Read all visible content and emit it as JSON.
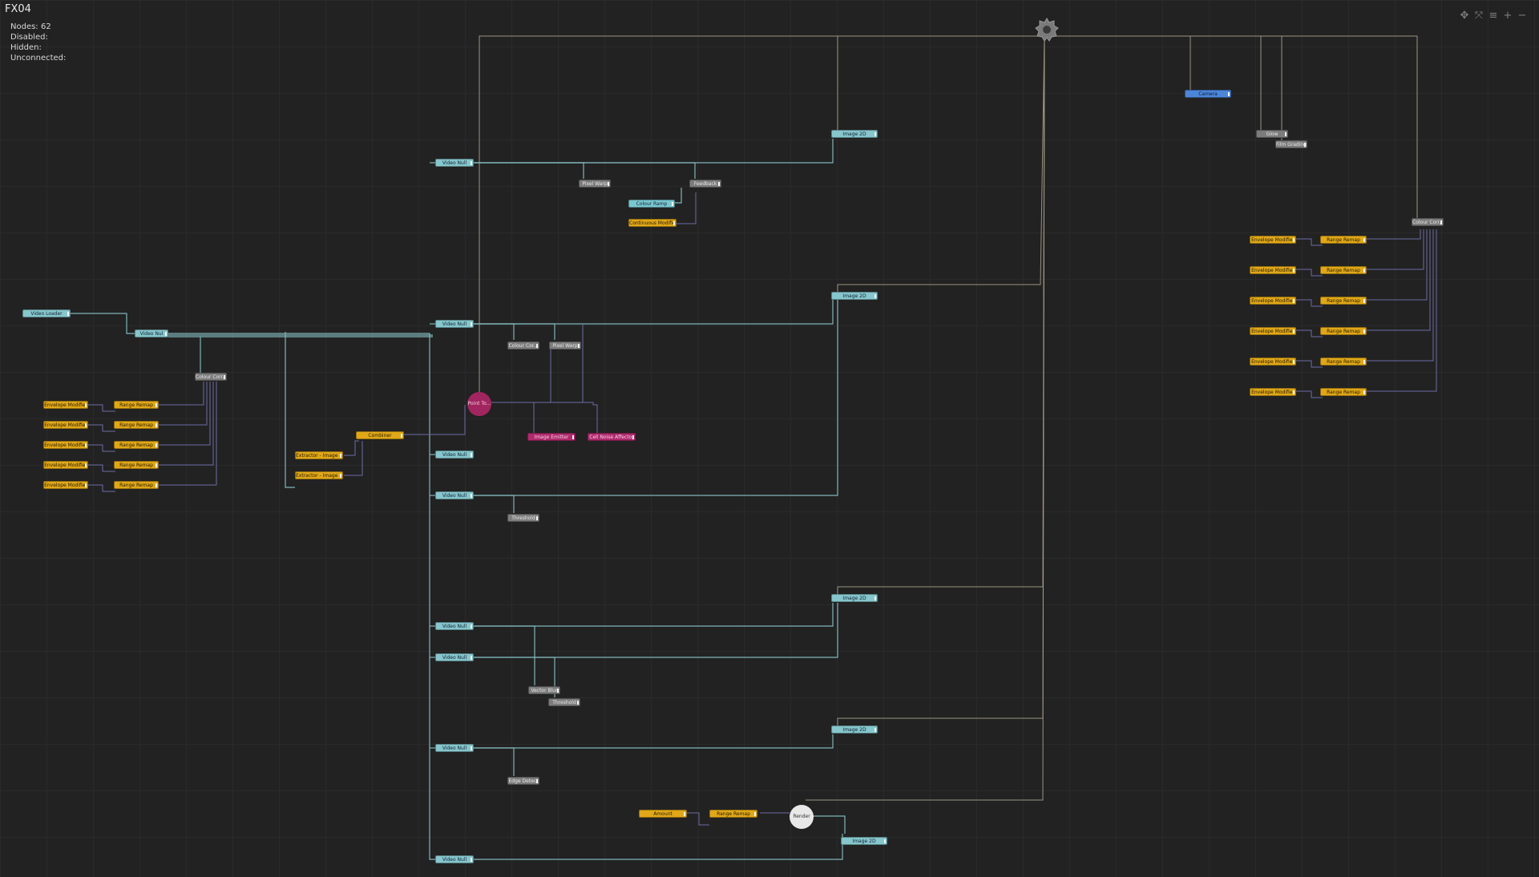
{
  "title": "FX04",
  "stats": {
    "nodes_label": "Nodes:",
    "nodes_value": "62",
    "disabled_label": "Disabled:",
    "hidden_label": "Hidden:",
    "unconnected_label": "Unconnected:"
  },
  "toolbar": {
    "fit_icon": "move-arrows-icon",
    "expand_icon": "expand-icon",
    "menu_icon": "menu-icon",
    "zoom_in_icon": "plus-icon",
    "zoom_out_icon": "minus-icon"
  },
  "colors": {
    "background": "#222222",
    "video_node": "#86c6cc",
    "modifier_node": "#e0a818",
    "effect_node": "#7c7c7c",
    "particle_node": "#b02a6e",
    "camera_node": "#4c86d8",
    "wire_video": "#7fb4b8",
    "wire_modifier": "#6c6ca6",
    "wire_root": "#b0a890"
  },
  "nodes": {
    "video_loader": "Video Loader",
    "video_null_main": "Video Nul",
    "video_null": "Video Null",
    "image_2d": "Image 2D",
    "colour_corr": "Colour Corr...",
    "colour_cor": "Colour Cor...",
    "envelope_modifier": "Envelope Modifier",
    "range_remap": "Range Remap",
    "extractor_image": "Extractor - Image ...",
    "combiner": "Combiner",
    "pixel_warp": "Pixel Warp",
    "feedback": "Feedback",
    "colour_ramp": "Colour Ramp",
    "continuous_modifier": "Continuous Modifier",
    "point_to": "Point To...",
    "image_emitter": "Image Emitter",
    "cell_noise_affector": "Cell Noise Affector",
    "threshold": "Threshold",
    "vector_blur": "Vector Blur",
    "edge_detect": "Edge Detect",
    "amount": "Amount",
    "render": "Render",
    "camera": "Camera",
    "glow": "Glow",
    "film_grading": "Film Grading",
    "colour_corr_right": "Colour Corr..."
  }
}
